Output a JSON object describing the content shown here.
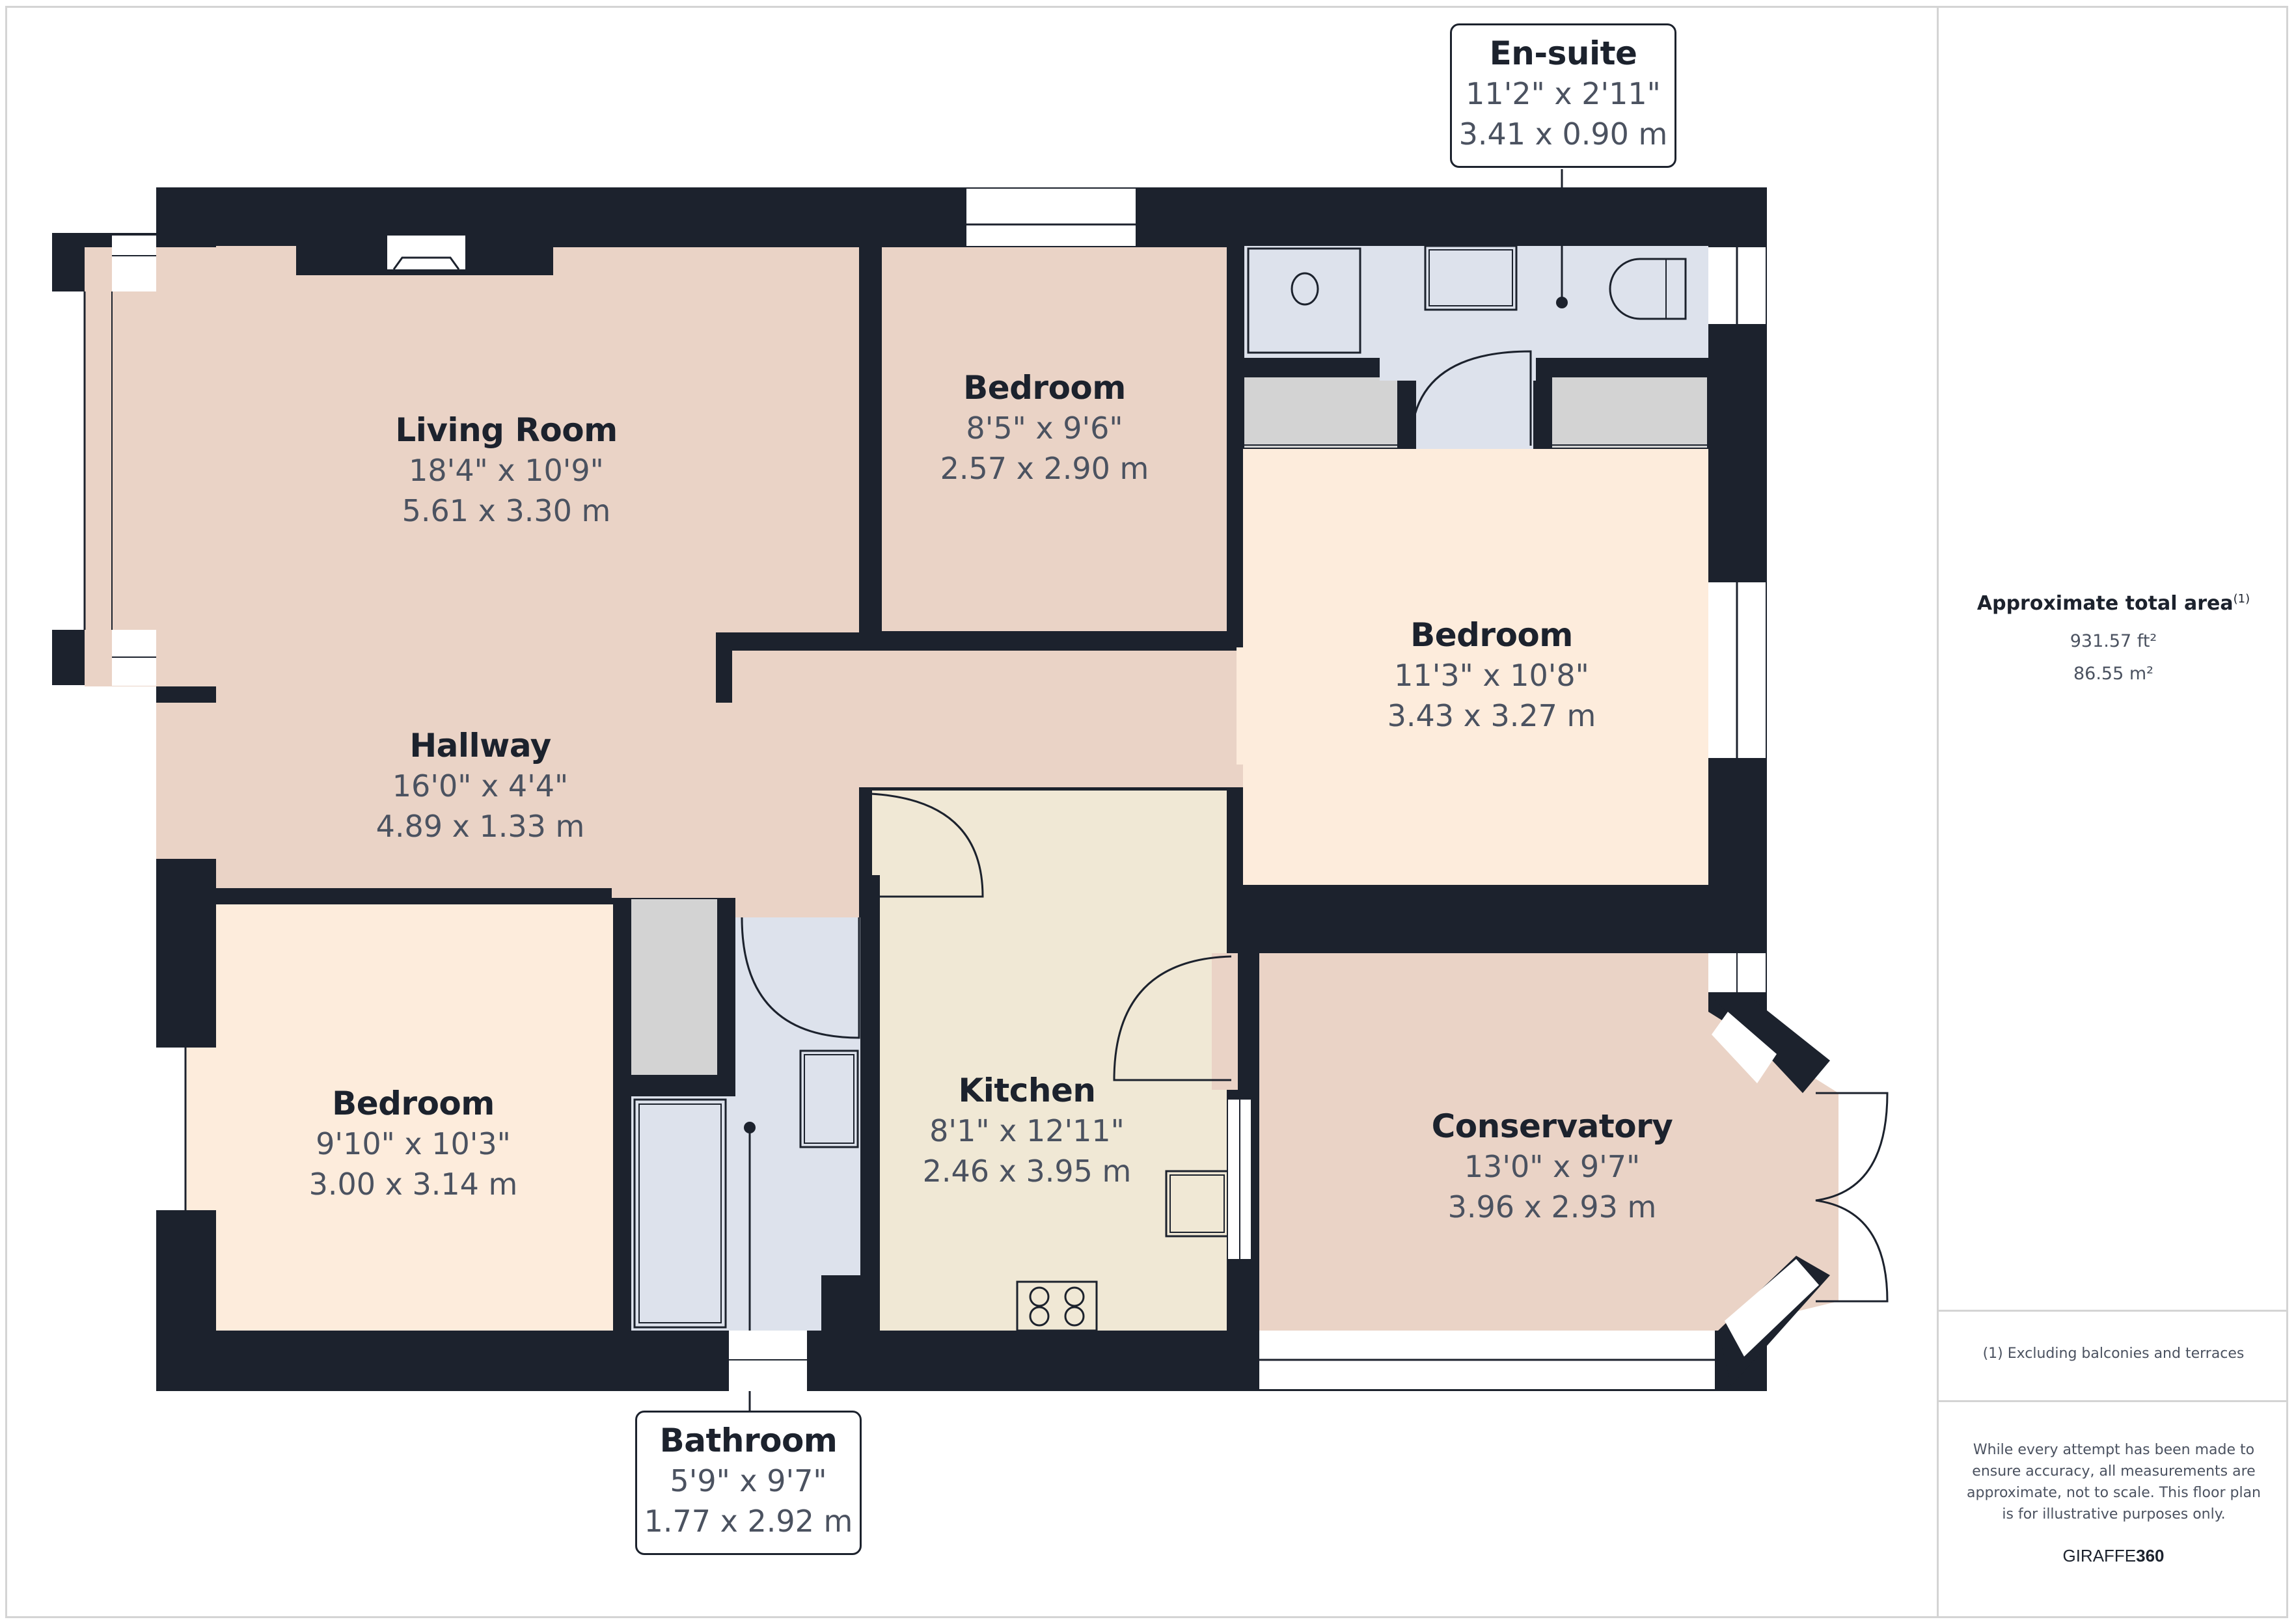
{
  "rooms": {
    "living_room": {
      "name": "Living Room",
      "imperial": "18'4\" x 10'9\"",
      "metric": "5.61 x 3.30 m"
    },
    "bedroom_1": {
      "name": "Bedroom",
      "imperial": "8'5\" x 9'6\"",
      "metric": "2.57 x 2.90 m"
    },
    "bedroom_2": {
      "name": "Bedroom",
      "imperial": "11'3\" x 10'8\"",
      "metric": "3.43 x 3.27 m"
    },
    "hallway": {
      "name": "Hallway",
      "imperial": "16'0\" x 4'4\"",
      "metric": "4.89 x 1.33 m"
    },
    "bedroom_3": {
      "name": "Bedroom",
      "imperial": "9'10\" x 10'3\"",
      "metric": "3.00 x 3.14 m"
    },
    "kitchen": {
      "name": "Kitchen",
      "imperial": "8'1\" x 12'11\"",
      "metric": "2.46 x 3.95 m"
    },
    "conservatory": {
      "name": "Conservatory",
      "imperial": "13'0\" x 9'7\"",
      "metric": "3.96 x 2.93 m"
    },
    "en_suite": {
      "name": "En-suite",
      "imperial": "11'2\" x 2'11\"",
      "metric": "3.41 x 0.90 m"
    },
    "bathroom": {
      "name": "Bathroom",
      "imperial": "5'9\" x 9'7\"",
      "metric": "1.77 x 2.92 m"
    }
  },
  "summary": {
    "title": "Approximate total area",
    "footnote_marker": "(1)",
    "area_sqft": "931.57 ft²",
    "area_sqm": "86.55 m²",
    "footnote": "(1) Excluding balconies and terraces",
    "disclaimer": "While every attempt has been made to ensure accuracy, all measurements are approximate, not to scale. This floor plan is for illustrative purposes only.",
    "brand_light": "GIRAFFE",
    "brand_bold": "360"
  },
  "colors": {
    "wall": "#1c222d",
    "living": "#ead3c6",
    "bedroom_light": "#fdecdc",
    "kitchen": "#f0e8d5",
    "wet_room": "#dde2ec",
    "storage": "#d3d3d3",
    "text_dim": "#4b5260"
  }
}
